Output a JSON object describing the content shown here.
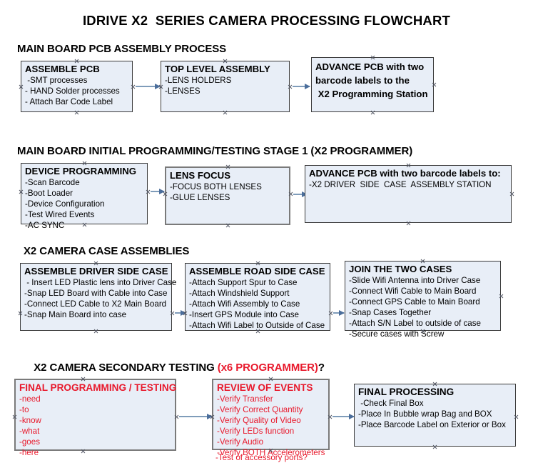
{
  "document": {
    "title": "IDRIVE X2  SERIES CAMERA PROCESSING FLOWCHART",
    "background_color": "#ffffff",
    "box_fill_color": "#e8eef7",
    "accent_red": "#e8192c",
    "arrow_color": "#7f9cba"
  },
  "sections": [
    {
      "heading": "MAIN BOARD PCB ASSEMBLY PROCESS",
      "nodes": [
        {
          "title": "ASSEMBLE PCB",
          "lines": [
            " -SMT processes",
            "- HAND Solder processes",
            "- Attach Bar Code Label"
          ]
        },
        {
          "title": "TOP LEVEL ASSEMBLY",
          "lines": [
            "-LENS HOLDERS",
            "-LENSES"
          ]
        },
        {
          "title_lines": [
            "ADVANCE PCB with two",
            "barcode labels to the",
            " X2 Programming Station"
          ],
          "lines": []
        }
      ]
    },
    {
      "heading": "MAIN BOARD INITIAL PROGRAMMING/TESTING STAGE 1 (X2 PROGRAMMER)",
      "nodes": [
        {
          "title": "DEVICE PROGRAMMING",
          "lines": [
            "-Scan Barcode",
            "-Boot Loader",
            "-Device Configuration",
            "-Test Wired Events",
            "-AC SYNC"
          ]
        },
        {
          "title": "LENS FOCUS",
          "lines": [
            "-FOCUS BOTH LENSES",
            "-GLUE LENSES"
          ]
        },
        {
          "title": "ADVANCE PCB with two barcode labels to:",
          "lines": [
            "-X2 DRIVER  SIDE  CASE  ASSEMBLY STATION"
          ]
        }
      ]
    },
    {
      "heading": "X2 CAMERA CASE ASSEMBLIES",
      "nodes": [
        {
          "title": "ASSEMBLE DRIVER SIDE CASE",
          "lines": [
            " - Insert LED Plastic lens into Driver Case",
            "-Snap LED Board with Cable into Case",
            "-Connect LED Cable to X2 Main Board",
            "-Snap Main Board into case"
          ]
        },
        {
          "title": "ASSEMBLE ROAD SIDE CASE",
          "lines": [
            "-Attach Support Spur to Case",
            "-Attach Windshield Support",
            "-Attach Wifi Assembly to Case",
            "-Insert GPS Module into Case",
            "-Attach Wifi Label to Outside of Case"
          ]
        },
        {
          "title": "JOIN THE TWO CASES",
          "lines": [
            "-Slide Wifi Antenna into Driver Case",
            "-Connect Wifi Cable to Main Board",
            "-Connect GPS Cable to Main Board",
            "-Snap Cases Together",
            "-Attach S/N Label to outside of case",
            "-Secure cases with Screw"
          ]
        }
      ]
    },
    {
      "heading_main": "X2 CAMERA SECONDARY TESTING ",
      "heading_accent": "(x6 PROGRAMMER)",
      "heading_tail": "?",
      "nodes": [
        {
          "title": "FINAL PROGRAMMING / TESTING",
          "lines": [
            "-need",
            "-to",
            "-know",
            "-what",
            "-goes",
            "-here"
          ]
        },
        {
          "title": "REVIEW OF EVENTS",
          "lines": [
            "-Verify Transfer",
            "-Verify Correct Quantity",
            "-Verify Quality of Video",
            "-Verify LEDs function",
            "-Verify Audio",
            "-Verify BOTH Accelerometers"
          ],
          "overflow_line": "-Test of accessory ports?"
        },
        {
          "title": "FINAL PROCESSING",
          "lines": [
            " -Check Final Box",
            "-Place In Bubble wrap Bag and BOX",
            "-Place Barcode Label on Exterior or Box"
          ]
        }
      ]
    }
  ]
}
